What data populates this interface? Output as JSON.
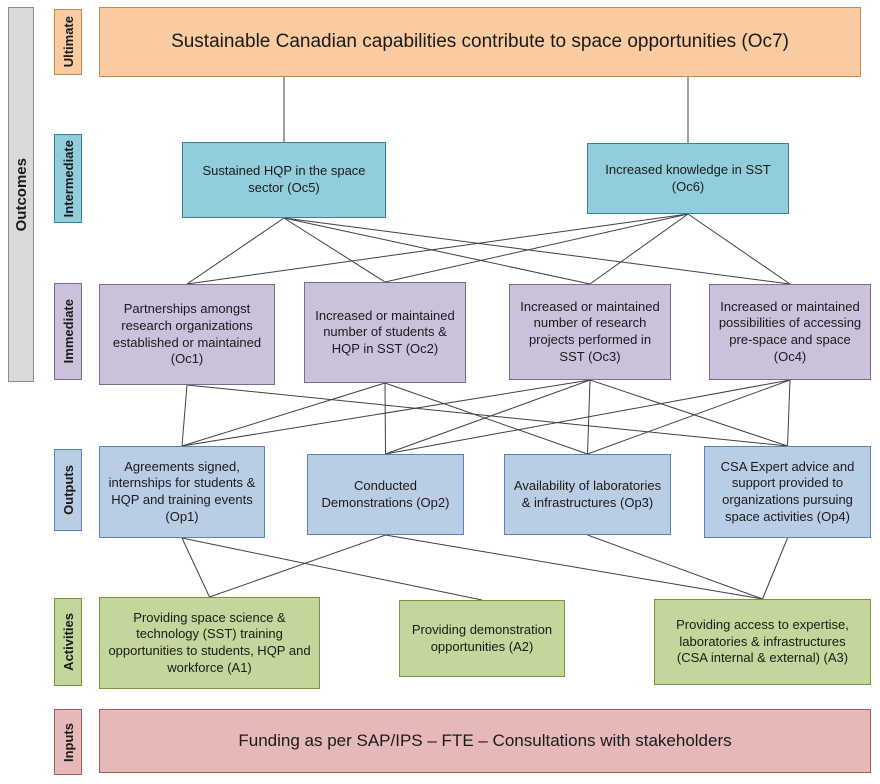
{
  "labels": {
    "outcomes": "Outcomes",
    "ultimate": "Ultimate",
    "intermediate": "Intermediate",
    "immediate": "Immediate",
    "outputs": "Outputs",
    "activities": "Activities",
    "inputs": "Inputs"
  },
  "nodes": {
    "oc7": "Sustainable Canadian capabilities contribute to space opportunities (Oc7)",
    "oc5": "Sustained HQP in the space sector (Oc5)",
    "oc6": "Increased knowledge in SST (Oc6)",
    "oc1": "Partnerships amongst research organizations established or maintained (Oc1)",
    "oc2": "Increased or maintained number of students & HQP in SST (Oc2)",
    "oc3": "Increased or maintained number of research projects performed in SST (Oc3)",
    "oc4": "Increased or maintained possibilities of accessing pre-space and space (Oc4)",
    "op1": "Agreements signed, internships for students & HQP and training events (Op1)",
    "op2": "Conducted Demonstrations (Op2)",
    "op3": "Availability of laboratories & infrastructures  (Op3)",
    "op4": "CSA Expert advice and support provided to organizations pursuing space activities (Op4)",
    "a1": "Providing space science & technology (SST) training opportunities to  students, HQP and workforce  (A1)",
    "a2": "Providing demonstration opportunities (A2)",
    "a3": "Providing access to  expertise, laboratories & infrastructures (CSA internal & external) (A3)",
    "inputs": "Funding as per SAP/IPS – FTE – Consultations with stakeholders"
  },
  "connections": [
    {
      "from": "oc7",
      "to": "oc5",
      "mode": "drop"
    },
    {
      "from": "oc7",
      "to": "oc6",
      "mode": "drop"
    },
    {
      "from": "oc5",
      "to": "oc1"
    },
    {
      "from": "oc5",
      "to": "oc2"
    },
    {
      "from": "oc5",
      "to": "oc3"
    },
    {
      "from": "oc5",
      "to": "oc4"
    },
    {
      "from": "oc6",
      "to": "oc1"
    },
    {
      "from": "oc6",
      "to": "oc2"
    },
    {
      "from": "oc6",
      "to": "oc3"
    },
    {
      "from": "oc6",
      "to": "oc4"
    },
    {
      "from": "oc1",
      "to": "op1"
    },
    {
      "from": "oc2",
      "to": "op1"
    },
    {
      "from": "oc3",
      "to": "op1"
    },
    {
      "from": "oc2",
      "to": "op2"
    },
    {
      "from": "oc3",
      "to": "op2"
    },
    {
      "from": "oc4",
      "to": "op2"
    },
    {
      "from": "oc2",
      "to": "op3"
    },
    {
      "from": "oc3",
      "to": "op3"
    },
    {
      "from": "oc4",
      "to": "op3"
    },
    {
      "from": "oc1",
      "to": "op4"
    },
    {
      "from": "oc3",
      "to": "op4"
    },
    {
      "from": "oc4",
      "to": "op4"
    },
    {
      "from": "op1",
      "to": "a1"
    },
    {
      "from": "op1",
      "to": "a2"
    },
    {
      "from": "op2",
      "to": "a1"
    },
    {
      "from": "op2",
      "to": "a3"
    },
    {
      "from": "op3",
      "to": "a3"
    },
    {
      "from": "op4",
      "to": "a3"
    }
  ],
  "colors": {
    "ultimate_fill": "#FACBA0",
    "ultimate_border": "#C08A52",
    "intermediate_fill": "#92CDDC",
    "intermediate_border": "#31849B",
    "immediate_fill": "#CCC1DA",
    "immediate_border": "#7C6B94",
    "outputs_fill": "#B9CDE5",
    "outputs_border": "#5B82B5",
    "activities_fill": "#C3D69B",
    "activities_border": "#77933C",
    "inputs_fill": "#E6B9B8",
    "inputs_border": "#A35D5C",
    "outcomes_fill": "#D9D9D9",
    "outcomes_border": "#8C8C8C",
    "line": "#404040"
  }
}
